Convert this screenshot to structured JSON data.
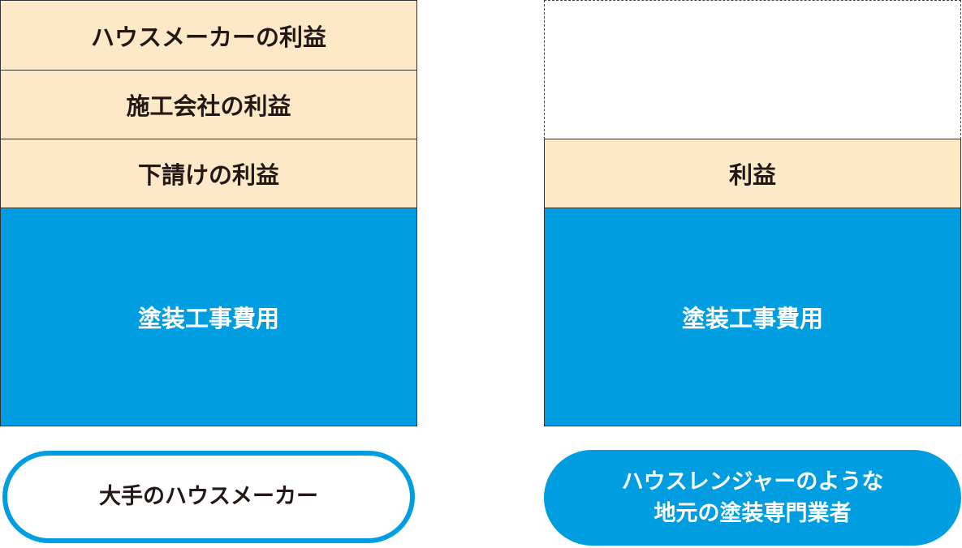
{
  "left_stack": {
    "profit_layers": [
      "ハウスメーカーの利益",
      "施工会社の利益",
      "下請けの利益"
    ],
    "cost_label": "塗装工事費用",
    "caption": "大手のハウスメーカー"
  },
  "right_stack": {
    "profit_label": "利益",
    "cost_label": "塗装工事費用",
    "caption_lines": [
      "ハウスレンジャーのような",
      "地元の塗装専門業者"
    ]
  },
  "colors": {
    "profit_fill": "#fde8c8",
    "cost_fill": "#009ee0",
    "accent": "#009ee0",
    "text_dark": "#231815"
  }
}
